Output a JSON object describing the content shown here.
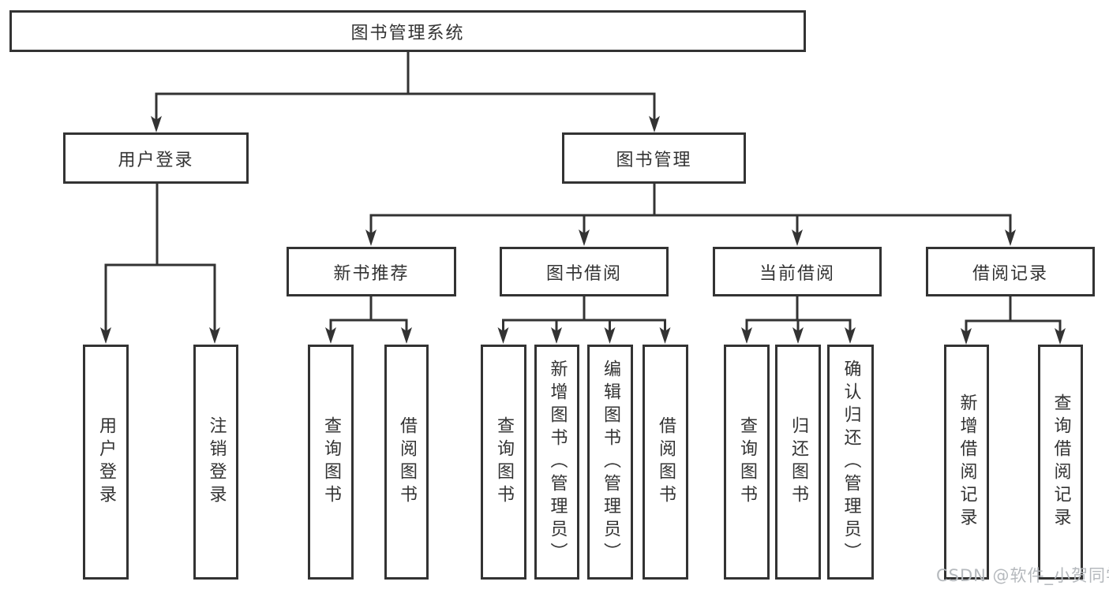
{
  "diagram": {
    "title": "图书管理系统",
    "branches": {
      "user_login": {
        "label": "用户登录",
        "children": [
          "用户登录",
          "注销登录"
        ]
      },
      "book_management": {
        "label": "图书管理",
        "sections": [
          {
            "label": "新书推荐",
            "children": [
              "查询图书",
              "借阅图书"
            ]
          },
          {
            "label": "图书借阅",
            "children": [
              "查询图书",
              "新增图书（管理员）",
              "编辑图书（管理员）",
              "借阅图书"
            ]
          },
          {
            "label": "当前借阅",
            "children": [
              "查询图书",
              "归还图书",
              "确认归还（管理员）"
            ]
          },
          {
            "label": "借阅记录",
            "children": [
              "新增借阅记录",
              "查询借阅记录"
            ]
          }
        ]
      }
    },
    "colors": {
      "line": "#333333",
      "box_border": "#333333",
      "text": "#333333",
      "background": "#ffffff",
      "watermark": "#b5b9bd"
    }
  },
  "watermark": {
    "text": "CSDN @软件_小贺同学"
  }
}
